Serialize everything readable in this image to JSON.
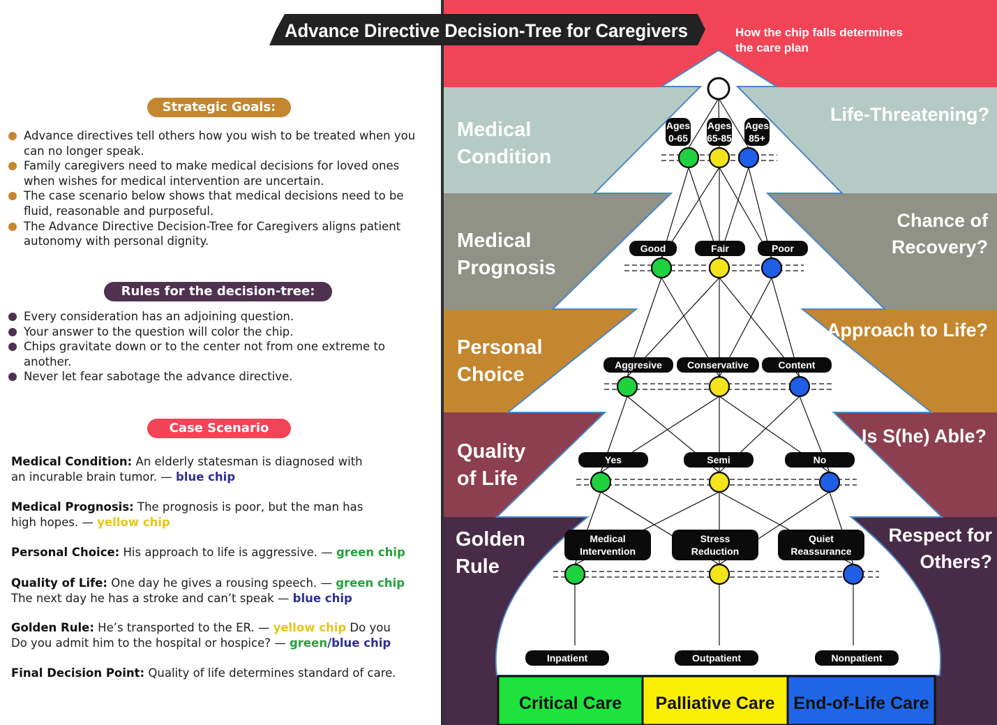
{
  "title": "Advance Directive Decision-Tree for Caregivers",
  "tagline": [
    "How the chip falls determines",
    "the care plan"
  ],
  "colors": {
    "top_band": "#f24457",
    "condition_band": "#b5cac4",
    "prognosis_band": "#8f9285",
    "choice_band": "#c4862e",
    "quality_band": "#8d3f4f",
    "golden_band": "#482b47",
    "chip_green": "#1fd13f",
    "chip_yellow": "#f3e41b",
    "chip_blue": "#1f5ee6",
    "goals_pill": "#c4862e",
    "rules_pill": "#4e3250",
    "case_pill": "#f24457"
  },
  "strategic_goals": {
    "heading": "Strategic Goals:",
    "items": [
      "Advance directives tell others how you wish to be treated when you can no longer speak.",
      "Family caregivers need to make medical decisions for loved ones when wishes for medical intervention are uncertain.",
      "The case scenario below shows that medical decisions need to be fluid, reasonable and purposeful.",
      "The Advance Directive Decision-Tree for Caregivers aligns patient autonomy with personal dignity."
    ]
  },
  "rules": {
    "heading": "Rules for the decision-tree:",
    "items": [
      "Every consideration has an adjoining question.",
      "Your answer to the question will color the chip.",
      "Chips gravitate down or to the center not from one extreme to another.",
      "Never let fear sabotage the advance directive."
    ]
  },
  "case_scenario": {
    "heading": "Case Scenario",
    "medical_condition": {
      "label": "Medical Condition:",
      "text": " An elderly statesman is diagnosed with an incurable brain tumor. — ",
      "chip": "blue chip"
    },
    "medical_prognosis": {
      "label": "Medical Prognosis:",
      "text": " The prognosis is poor, but the man has high hopes.  — ",
      "chip": "yellow chip"
    },
    "personal_choice": {
      "label": "Personal Choice:",
      "text": " His approach to life is aggressive. — ",
      "chip": "green chip"
    },
    "quality_of_life": {
      "label": "Quality of Life:",
      "text": " One day he gives a rousing speech. — ",
      "chip": "green chip",
      "text2": "The next day he has a stroke and can’t speak — ",
      "chip2": "blue chip"
    },
    "golden_rule": {
      "label": "Golden Rule:",
      "text": " He’s transported to the ER. — ",
      "chip": "yellow chip",
      "text2": " Do you",
      "text3": "Do you admit him to the hospital or hospice? — ",
      "chip3a": "green",
      "sep": "/",
      "chip3b": "blue chip"
    },
    "final_decision": {
      "label": "Final Decision Point:",
      "text": " Quality of life determines standard of care."
    }
  },
  "bands": [
    {
      "left": [
        "Medical",
        "Condition"
      ],
      "right": [
        "Life-Threatening?"
      ]
    },
    {
      "left": [
        "Medical",
        "Prognosis"
      ],
      "right": [
        "Chance of",
        "Recovery?"
      ]
    },
    {
      "left": [
        "Personal",
        "Choice"
      ],
      "right": [
        "Approach to Life?"
      ]
    },
    {
      "left": [
        "Quality",
        "of Life"
      ],
      "right": [
        "Is S(he) Able?"
      ]
    },
    {
      "left": [
        "Golden",
        "Rule"
      ],
      "right": [
        "Respect for",
        "Others?"
      ]
    }
  ],
  "tree": {
    "level1": [
      [
        "Ages",
        "0-65"
      ],
      [
        "Ages",
        "65-85"
      ],
      [
        "Ages",
        "85+"
      ]
    ],
    "level2": [
      "Good",
      "Fair",
      "Poor"
    ],
    "level3": [
      "Aggresive",
      "Conservative",
      "Content"
    ],
    "level4": [
      "Yes",
      "Semi",
      "No"
    ],
    "level5": [
      [
        "Medical",
        "Intervention"
      ],
      [
        "Stress",
        "Reduction"
      ],
      [
        "Quiet",
        "Reassurance"
      ]
    ],
    "outcomes": [
      "Inpatient",
      "Outpatient",
      "Nonpatient"
    ]
  },
  "care_levels": [
    {
      "label": "Critical Care",
      "color": "#1fe23f"
    },
    {
      "label": "Palliative Care",
      "color": "#fbee05"
    },
    {
      "label": "End-of-Life Care",
      "color": "#1f66e6"
    }
  ]
}
